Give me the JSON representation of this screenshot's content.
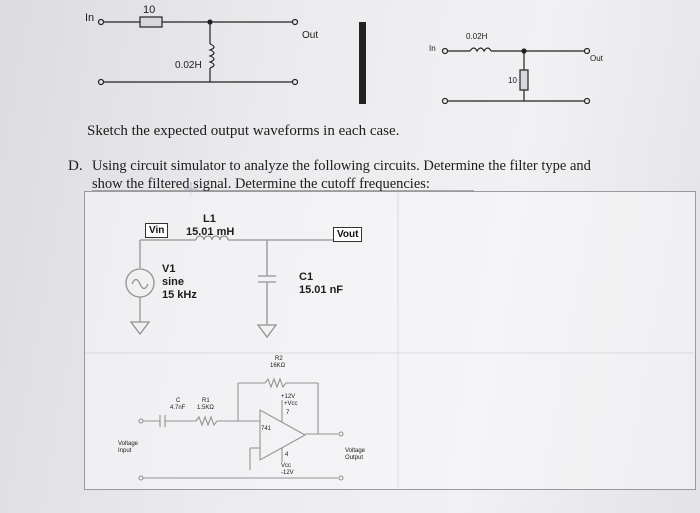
{
  "top_left_circuit": {
    "input_label": "In",
    "resistor_value": "10",
    "inductor_value": "0.02H",
    "output_label": "Out"
  },
  "top_right_circuit": {
    "input_label": "In",
    "inductor_value": "0.02H",
    "resistor_value": "10",
    "output_label": "Out"
  },
  "instruction_sketch": "Sketch the expected output waveforms in each case.",
  "question_d": {
    "label": "D.",
    "line1": "Using circuit simulator to analyze the following circuits. Determine the filter type and",
    "line2": "show the filtered signal. Determine the cutoff frequencies:"
  },
  "lc_circuit": {
    "vin_label": "Vin",
    "vout_label": "Vout",
    "l1_name": "L1",
    "l1_value": "15.01 mH",
    "source_name": "V1",
    "source_type": "sine",
    "source_freq": "15 kHz",
    "cap_name": "C1",
    "cap_value": "15.01 nF"
  },
  "opamp_circuit": {
    "r2_name": "R2",
    "r2_value": "16KΩ",
    "r1_name": "R1",
    "r1_value": "1.5KΩ",
    "c_name": "C",
    "c_value": "4.7nF",
    "vpos": "+12V",
    "vpos_label": "+Vcc",
    "vpos_pin": "7",
    "opamp_name": "741",
    "vneg_pin": "4",
    "vneg_label": "Vcc",
    "vneg": "-12V",
    "input_label_1": "Voltage",
    "input_label_2": "Input",
    "output_label_1": "Voltage",
    "output_label_2": "Output"
  }
}
